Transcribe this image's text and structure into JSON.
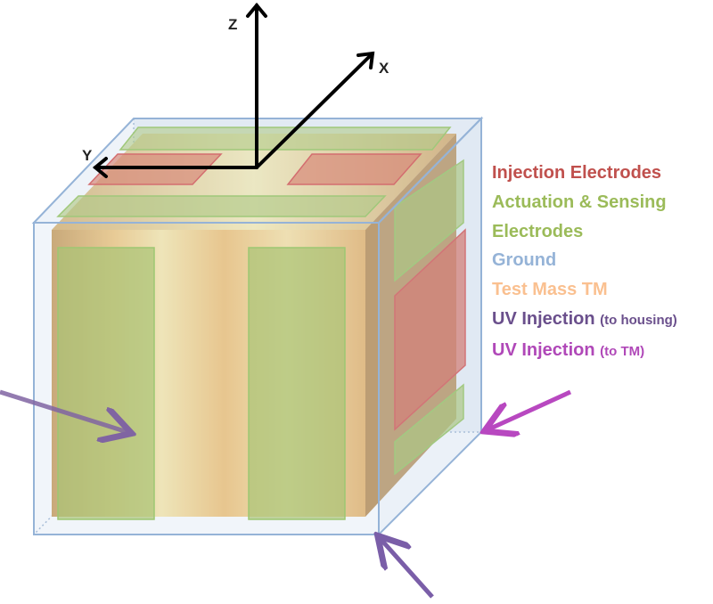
{
  "axes": {
    "z": "Z",
    "x": "X",
    "y": "Y"
  },
  "legend": [
    {
      "label": "Injection Electrodes",
      "color": "#C0504D"
    },
    {
      "label": "Actuation & Sensing",
      "color": "#9BBB59"
    },
    {
      "label": "Electrodes",
      "color": "#9BBB59"
    },
    {
      "label": "Ground",
      "color": "#95B3D7"
    },
    {
      "label": "Test Mass TM",
      "color": "#FAC090"
    },
    {
      "label": "UV Injection",
      "note": "(to housing)",
      "color": "#6A4F8C"
    },
    {
      "label": "UV Injection",
      "note": "(to TM)",
      "color": "#B048B8"
    }
  ]
}
